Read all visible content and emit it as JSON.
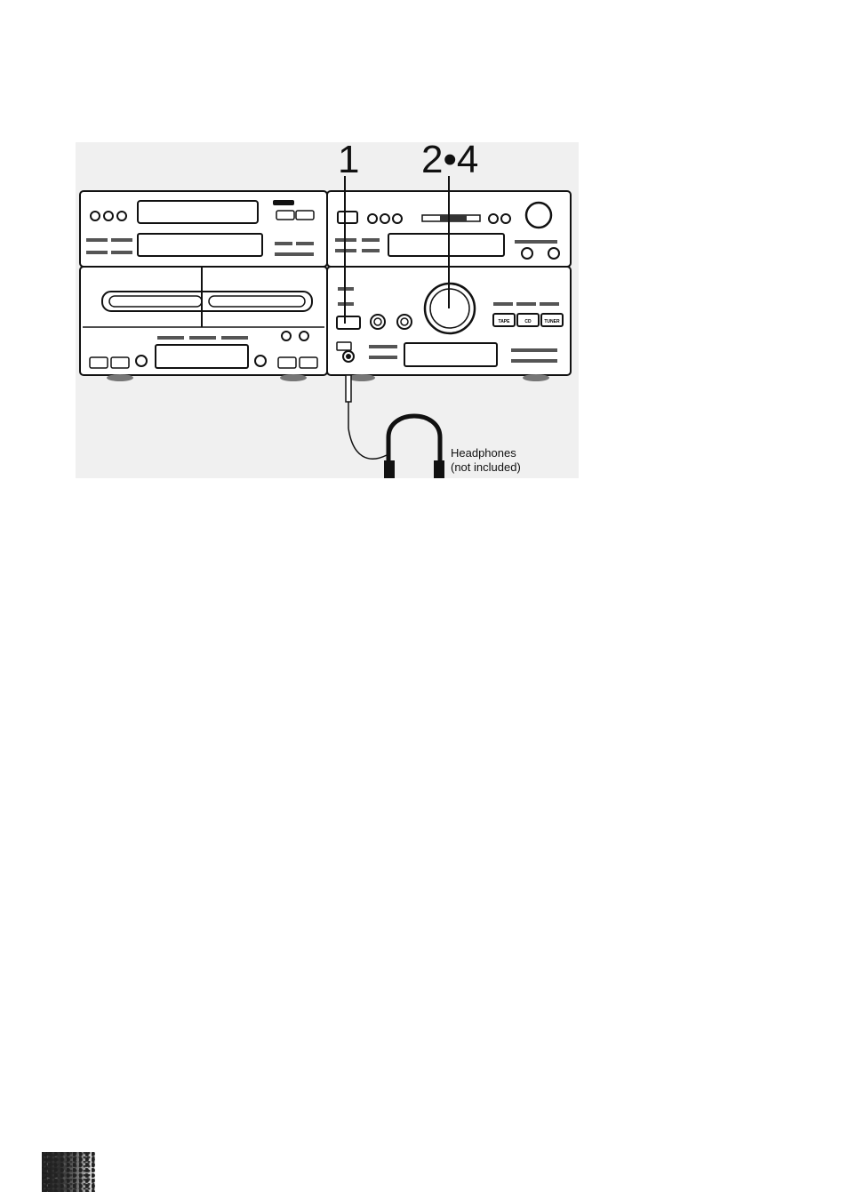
{
  "figure": {
    "step_labels": {
      "step_a": "1",
      "step_b": "2•4"
    },
    "caption": {
      "line1": "Headphones",
      "line2": "(not included)"
    },
    "tape_buttons": {
      "tape": "TAPE",
      "cd": "CD",
      "tuner": "TUNER"
    }
  },
  "icons": {
    "volume_knob": "volume-knob-icon",
    "headphones": "headphones-icon",
    "phones_jack": "headphone-jack-icon",
    "power_button": "power-button-icon"
  },
  "page_corner": {
    "shading": "dark-gradient"
  }
}
